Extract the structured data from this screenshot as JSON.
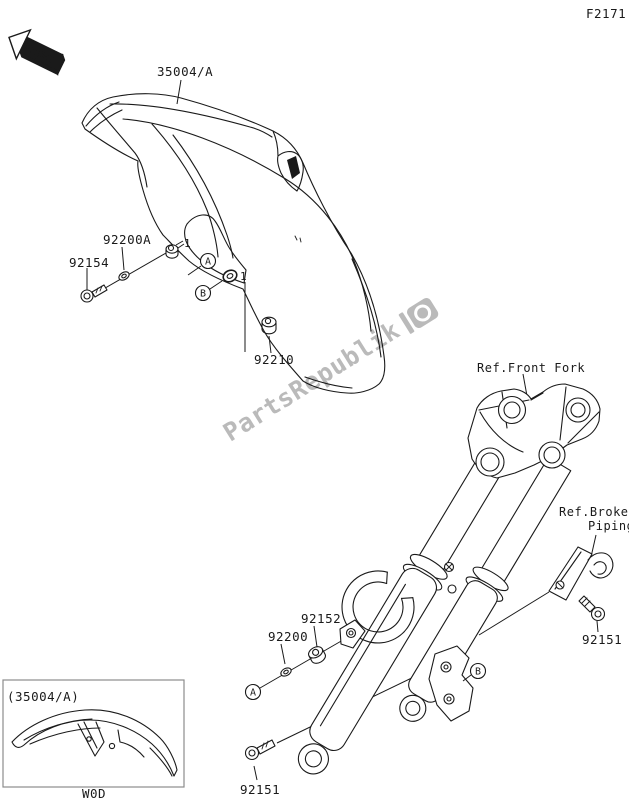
{
  "page": {
    "code": "F2171",
    "background": "#ffffff",
    "line_color": "#1a1a1a"
  },
  "front_marker": {
    "label": "FRONT"
  },
  "watermark": {
    "text": "PartsRepublik",
    "color": "#b3b3b3",
    "logo": "flag-icon"
  },
  "labels": {
    "fender": "35004/A",
    "washer_upper": "92200A",
    "bolt_upper": "92154",
    "item_upper": "1",
    "item_rear": "1",
    "nut_rear": "92210",
    "ref_front_fork": "Ref.Front Fork",
    "ref_brake_1": "Ref.Broke",
    "ref_brake_2": "Piping",
    "nut_lower": "92152",
    "washer_lower": "92200",
    "bolt_brake_clamp": "92151",
    "bolt_lower": "92151",
    "callout_a": "A",
    "callout_b": "B"
  },
  "inset": {
    "part": "(35004/A)",
    "code": "W0D"
  }
}
